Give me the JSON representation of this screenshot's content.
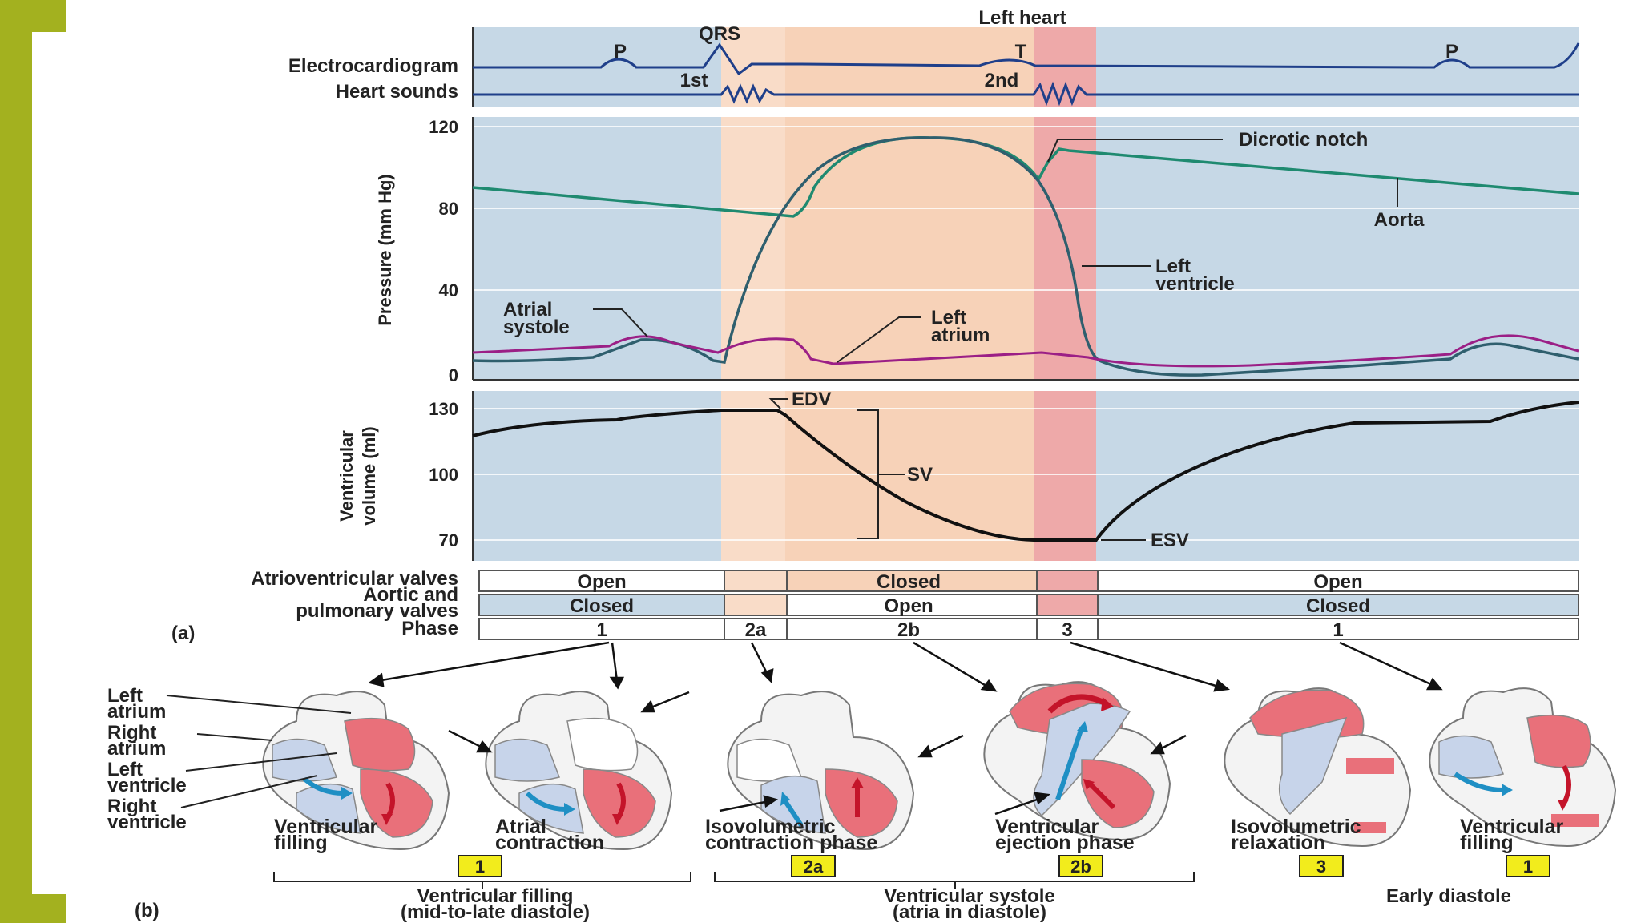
{
  "colors": {
    "frame": "#a3b11f",
    "diastole_bg": "#c6d8e6",
    "isovol_bg": "#f9dcc8",
    "ejection_bg": "#f7d2b8",
    "relax_bg": "#eea9a9",
    "aorta": "#1f8a70",
    "ventricle": "#2f5f6e",
    "atrium": "#9b1f86",
    "volume": "#111111",
    "ecg": "#1f3f8a",
    "heart_red": "#e9707a",
    "heart_blue": "#c7d4ea",
    "phase_box": "#f2ec1c"
  },
  "top": {
    "title": "Left heart",
    "ecg_label": "Electrocardiogram",
    "sounds_label": "Heart sounds",
    "wave_p": "P",
    "wave_qrs": "QRS",
    "wave_t": "T",
    "wave_p2": "P",
    "sound_1": "1st",
    "sound_2": "2nd"
  },
  "pressure": {
    "axis_title": "Pressure (mm Hg)",
    "ticks": [
      "120",
      "80",
      "40",
      "0"
    ],
    "dicrotic": "Dicrotic notch",
    "aorta": "Aorta",
    "lv_1": "Left",
    "lv_2": "ventricle",
    "la_1": "Left",
    "la_2": "atrium",
    "as_1": "Atrial",
    "as_2": "systole"
  },
  "volume": {
    "axis_1": "Ventricular",
    "axis_2": "volume (ml)",
    "ticks": [
      "130",
      "100",
      "70"
    ],
    "edv": "EDV",
    "sv": "SV",
    "esv": "ESV"
  },
  "table": {
    "av_label": "Atrioventricular valves",
    "sl_label_1": "Aortic and",
    "sl_label_2": "pulmonary valves",
    "phase_label": "Phase",
    "part_a": "(a)",
    "av_open": "Open",
    "av_closed": "Closed",
    "av_open2": "Open",
    "sl_closed": "Closed",
    "sl_open": "Open",
    "sl_closed2": "Closed",
    "ph1": "1",
    "ph2a": "2a",
    "ph2b": "2b",
    "ph3": "3",
    "ph1b": "1"
  },
  "hearts": {
    "left_atrium_1": "Left",
    "left_atrium_2": "atrium",
    "right_atrium_1": "Right",
    "right_atrium_2": "atrium",
    "left_ventricle_1": "Left",
    "left_ventricle_2": "ventricle",
    "right_ventricle_1": "Right",
    "right_ventricle_2": "ventricle",
    "captions": [
      {
        "l1": "Ventricular",
        "l2": "filling",
        "box": "1"
      },
      {
        "l1": "Atrial",
        "l2": "contraction",
        "box": ""
      },
      {
        "l1": "Isovolumetric",
        "l2": "contraction phase",
        "box": "2a"
      },
      {
        "l1": "Ventricular",
        "l2": "ejection phase",
        "box": "2b"
      },
      {
        "l1": "Isovolumetric",
        "l2": "relaxation",
        "box": "3"
      },
      {
        "l1": "Ventricular",
        "l2": "filling",
        "box": "1"
      }
    ],
    "part_b": "(b)",
    "group1_1": "Ventricular filling",
    "group1_2": "(mid-to-late diastole)",
    "group2_1": "Ventricular systole",
    "group2_2": "(atria in diastole)",
    "group3": "Early diastole"
  }
}
